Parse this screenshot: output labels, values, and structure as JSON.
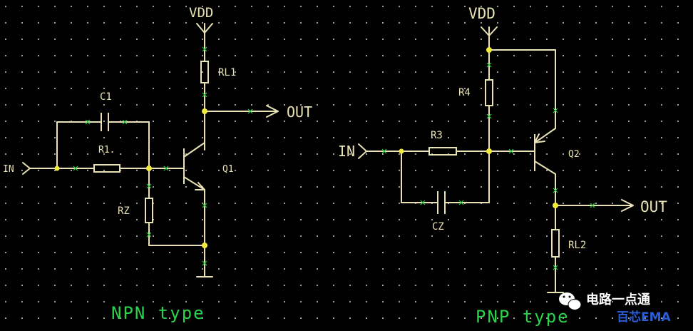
{
  "npn": {
    "vdd": "VDD",
    "in": "IN",
    "out": "OUT",
    "c1": "C1",
    "r1": "R1.",
    "r2": "RZ",
    "rl1": "RL1",
    "q1": "Q1",
    "type": "NPN type"
  },
  "pnp": {
    "vdd": "VDD",
    "in": "IN",
    "out": "OUT",
    "r3": "R3",
    "r4": "R4",
    "c2": "CZ",
    "rl2": "RL2",
    "q2": "Q2",
    "type": "PNP type"
  },
  "watermark": {
    "text": "电路一点通",
    "brand": "百芯EMA"
  },
  "colors": {
    "background": "#000000",
    "wire": "#e8e2b4",
    "junction": "#f0ea3c",
    "pin_marker": "#2bd34a",
    "grid_dot": "#cfcfcf"
  }
}
